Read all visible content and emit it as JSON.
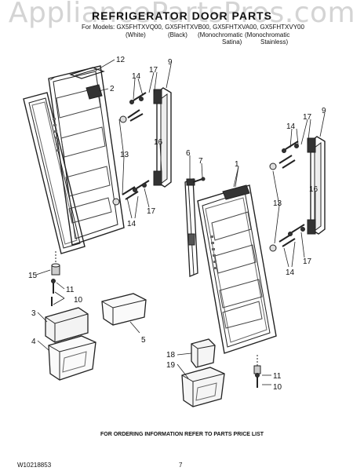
{
  "watermark": "AppliancePartsPros.com",
  "title": "REFRIGERATOR DOOR PARTS",
  "models_line": "For Models: GX5FHTXVQ00, GX5FHTXVB00, GX5FHTXVA00, GX5FHTXVY00",
  "variants": [
    {
      "name": "(White)"
    },
    {
      "name": "(Black)"
    },
    {
      "name": "(Monochromatic",
      "sub": "Satina)"
    },
    {
      "name": "(Monochromatic",
      "sub": "Stainless)"
    }
  ],
  "callouts": [
    "12",
    "2",
    "14",
    "17",
    "9",
    "13",
    "16",
    "14",
    "17",
    "6",
    "7",
    "1",
    "17",
    "9",
    "14",
    "13",
    "16",
    "14",
    "17",
    "15",
    "11",
    "10",
    "3",
    "4",
    "5",
    "18",
    "19",
    "11",
    "10"
  ],
  "footer": {
    "order_note": "FOR ORDERING INFORMATION REFER TO PARTS PRICE LIST",
    "doc_number": "W10218853",
    "page_number": "7"
  }
}
